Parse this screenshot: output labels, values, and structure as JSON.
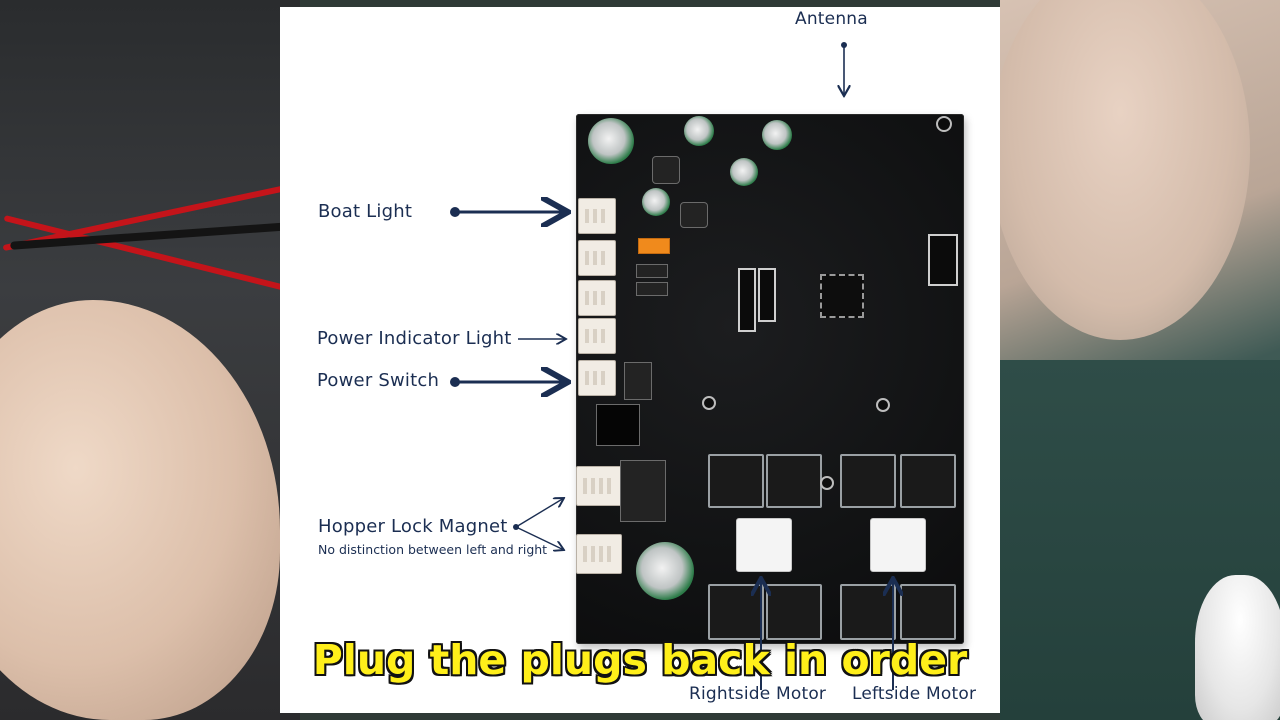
{
  "diagram": {
    "labels": {
      "antenna": "Antenna",
      "boat_light": "Boat Light",
      "power_indicator_light": "Power Indicator Light",
      "power_switch": "Power Switch",
      "hopper_lock_magnet": "Hopper Lock Magnet",
      "hopper_lock_note": "No distinction between left and right",
      "rightside_motor": "Rightside Motor",
      "leftside_motor": "Leftside Motor"
    },
    "accent_color": "#1b2e52"
  },
  "subtitle": {
    "text": "Plug the plugs back in order",
    "color": "#ffef1a"
  }
}
